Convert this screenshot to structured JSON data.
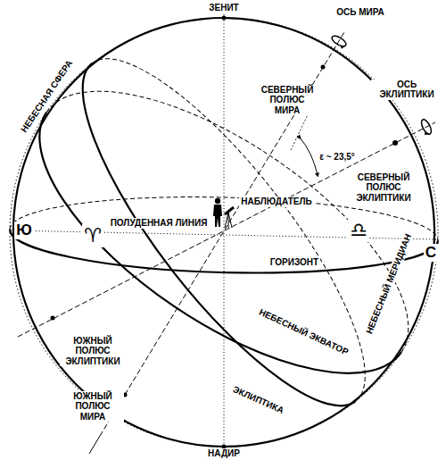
{
  "diagram": {
    "labels": [
      "ЗЕНИТ",
      "ОСЬ МИРА",
      "ОСЬ ЭКЛИПТИКИ",
      "НЕБЕСНАЯ СФЕРА",
      "СЕВЕРНЫЙ ПОЛЮС МИРА",
      "ε ~ 23,5°",
      "СЕВЕРНЫЙ ПОЛЮС ЭКЛИПТИКИ",
      "НАБЛЮДАТЕЛЬ",
      "ПОЛУДЕННАЯ ЛИНИЯ",
      "Ю",
      "С",
      "♈",
      "♎",
      "ГОРИЗОНТ",
      "НЕБЕСНЫЙ ЭКВАТОР",
      "НЕБЕСНЫЙ МЕРИДИАН",
      "ЮЖНЫЙ ПОЛЮС ЭКЛИПТИКИ",
      "ЮЖНЫЙ ПОЛЮС МИРА",
      "ЭКЛИПТИКА",
      "НАДИР"
    ]
  }
}
